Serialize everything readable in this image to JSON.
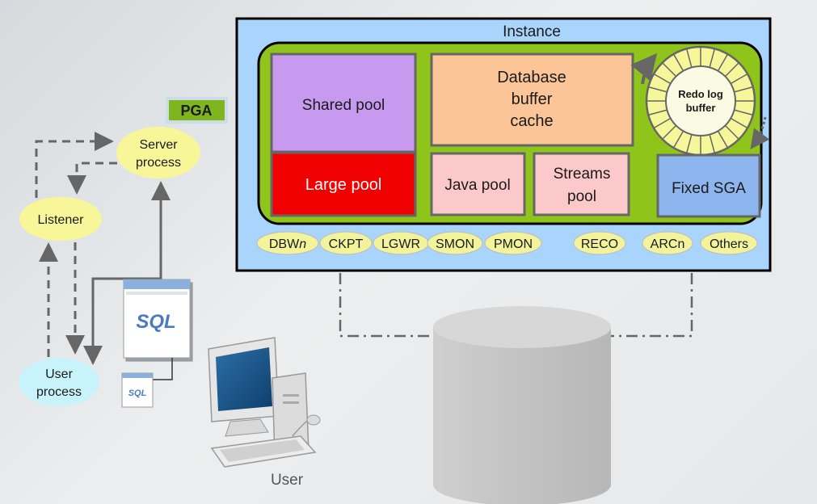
{
  "instance": {
    "title": "Instance"
  },
  "pga": {
    "label": "PGA"
  },
  "sga": {
    "shared_pool": "Shared pool",
    "db_buffer_cache": [
      "Database",
      "buffer",
      "cache"
    ],
    "redo_log_buffer": [
      "Redo log",
      "buffer"
    ],
    "large_pool": "Large pool",
    "java_pool": "Java pool",
    "streams_pool": [
      "Streams",
      "pool"
    ],
    "fixed_sga": "Fixed SGA"
  },
  "background_processes": [
    {
      "prefix": "DBW",
      "suffix": "n"
    },
    {
      "prefix": "CKPT",
      "suffix": ""
    },
    {
      "prefix": "LGWR",
      "suffix": ""
    },
    {
      "prefix": "SMON",
      "suffix": ""
    },
    {
      "prefix": "PMON",
      "suffix": ""
    },
    {
      "prefix": "RECO",
      "suffix": ""
    },
    {
      "prefix": "ARCn",
      "suffix": ""
    },
    {
      "prefix": "Others",
      "suffix": ""
    }
  ],
  "processes": {
    "server": [
      "Server",
      "process"
    ],
    "listener": "Listener",
    "user_process": [
      "User",
      "process"
    ]
  },
  "client": {
    "sql_window": "SQL",
    "sql_small": "SQL",
    "user_label": "User"
  },
  "colors": {
    "instance_bg": "#a9d4fb",
    "sga_bg": "#8fc41b",
    "shared_pool": "#c79af0",
    "buffer_cache": "#fbc598",
    "large_pool": "#f00000",
    "java_pool": "#fbc9c9",
    "fixed_sga": "#8db5ee",
    "redo_bg": "#f6f79a",
    "server_process": "#f7f79a",
    "user_process": "#c8f3fb",
    "bg_process": "#f3f39c",
    "pga": "#7fb51e"
  }
}
